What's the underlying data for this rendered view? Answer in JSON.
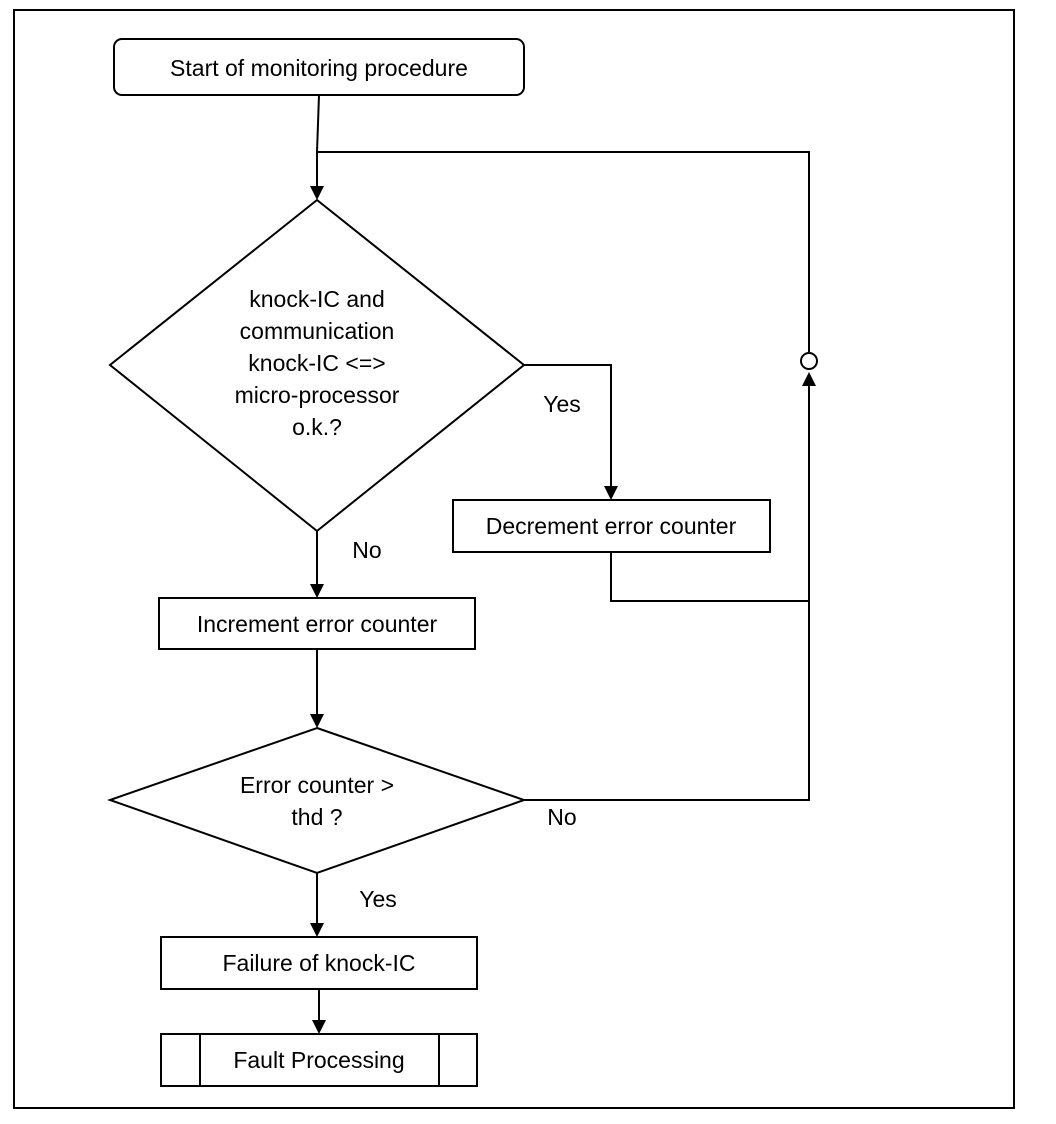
{
  "diagram": {
    "nodes": {
      "start": {
        "label": "Start of monitoring procedure"
      },
      "check": {
        "lines": [
          "knock-IC and",
          "communication",
          "knock-IC <=>",
          "micro-processor",
          "o.k.?"
        ]
      },
      "decrement": {
        "label": "Decrement error counter"
      },
      "increment": {
        "label": "Increment error counter"
      },
      "threshold": {
        "lines": [
          "Error counter >",
          "thd ?"
        ]
      },
      "failure": {
        "label": "Failure of knock-IC"
      },
      "fault": {
        "label": "Fault Processing"
      }
    },
    "edge_labels": {
      "check_yes": "Yes",
      "check_no": "No",
      "threshold_no": "No",
      "threshold_yes": "Yes"
    }
  }
}
